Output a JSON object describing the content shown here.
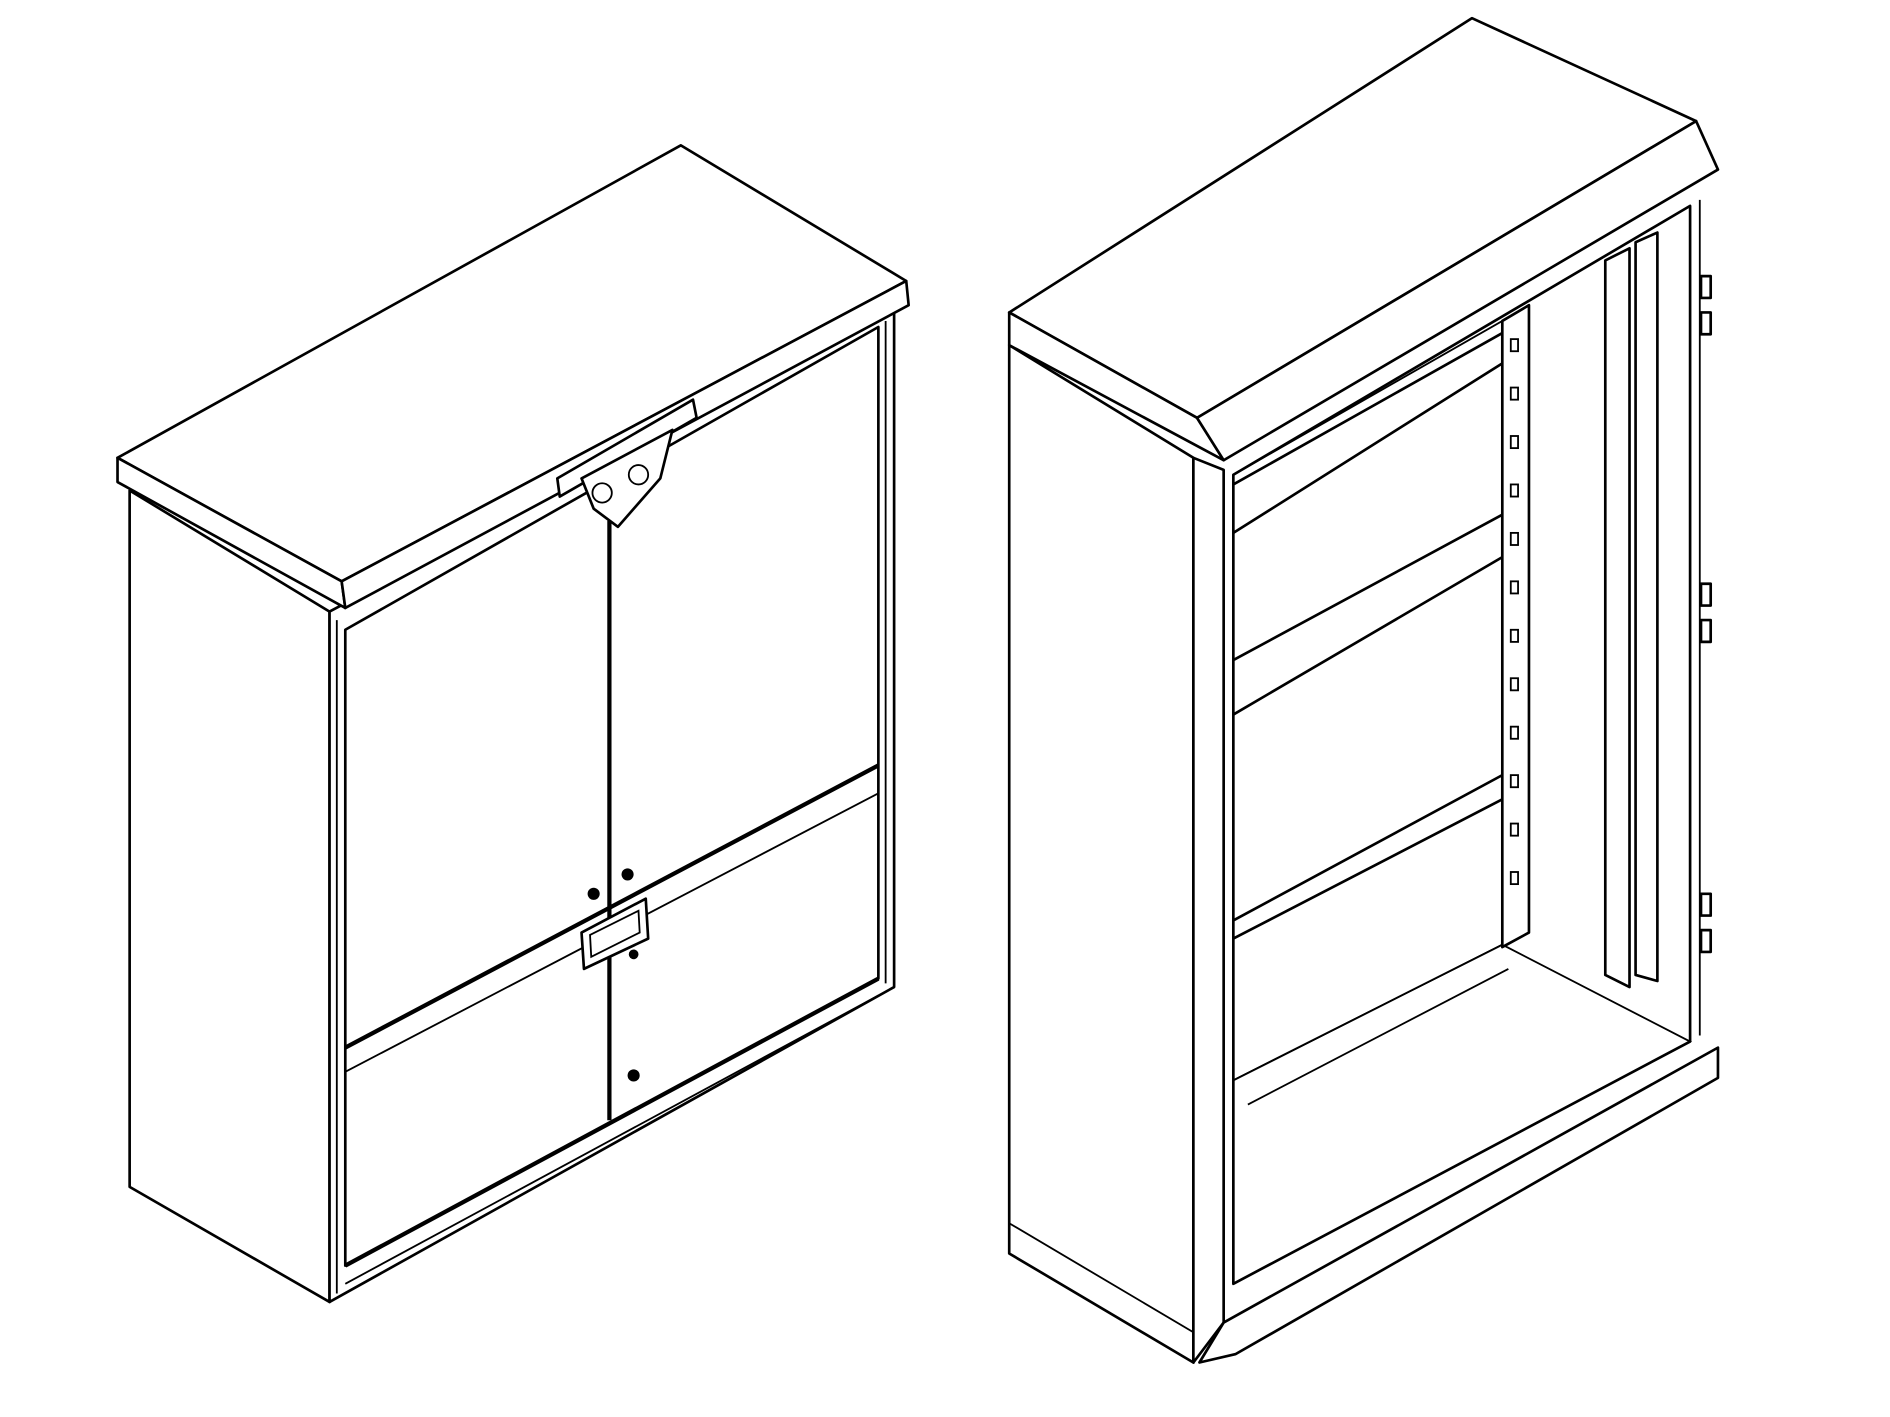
{
  "figure": {
    "stroke_color": "#000000",
    "background_color": "#ffffff",
    "views": [
      {
        "id": "closed-cabinet",
        "state": "doors closed"
      },
      {
        "id": "open-cabinet",
        "state": "door removed, interior visible"
      }
    ]
  }
}
